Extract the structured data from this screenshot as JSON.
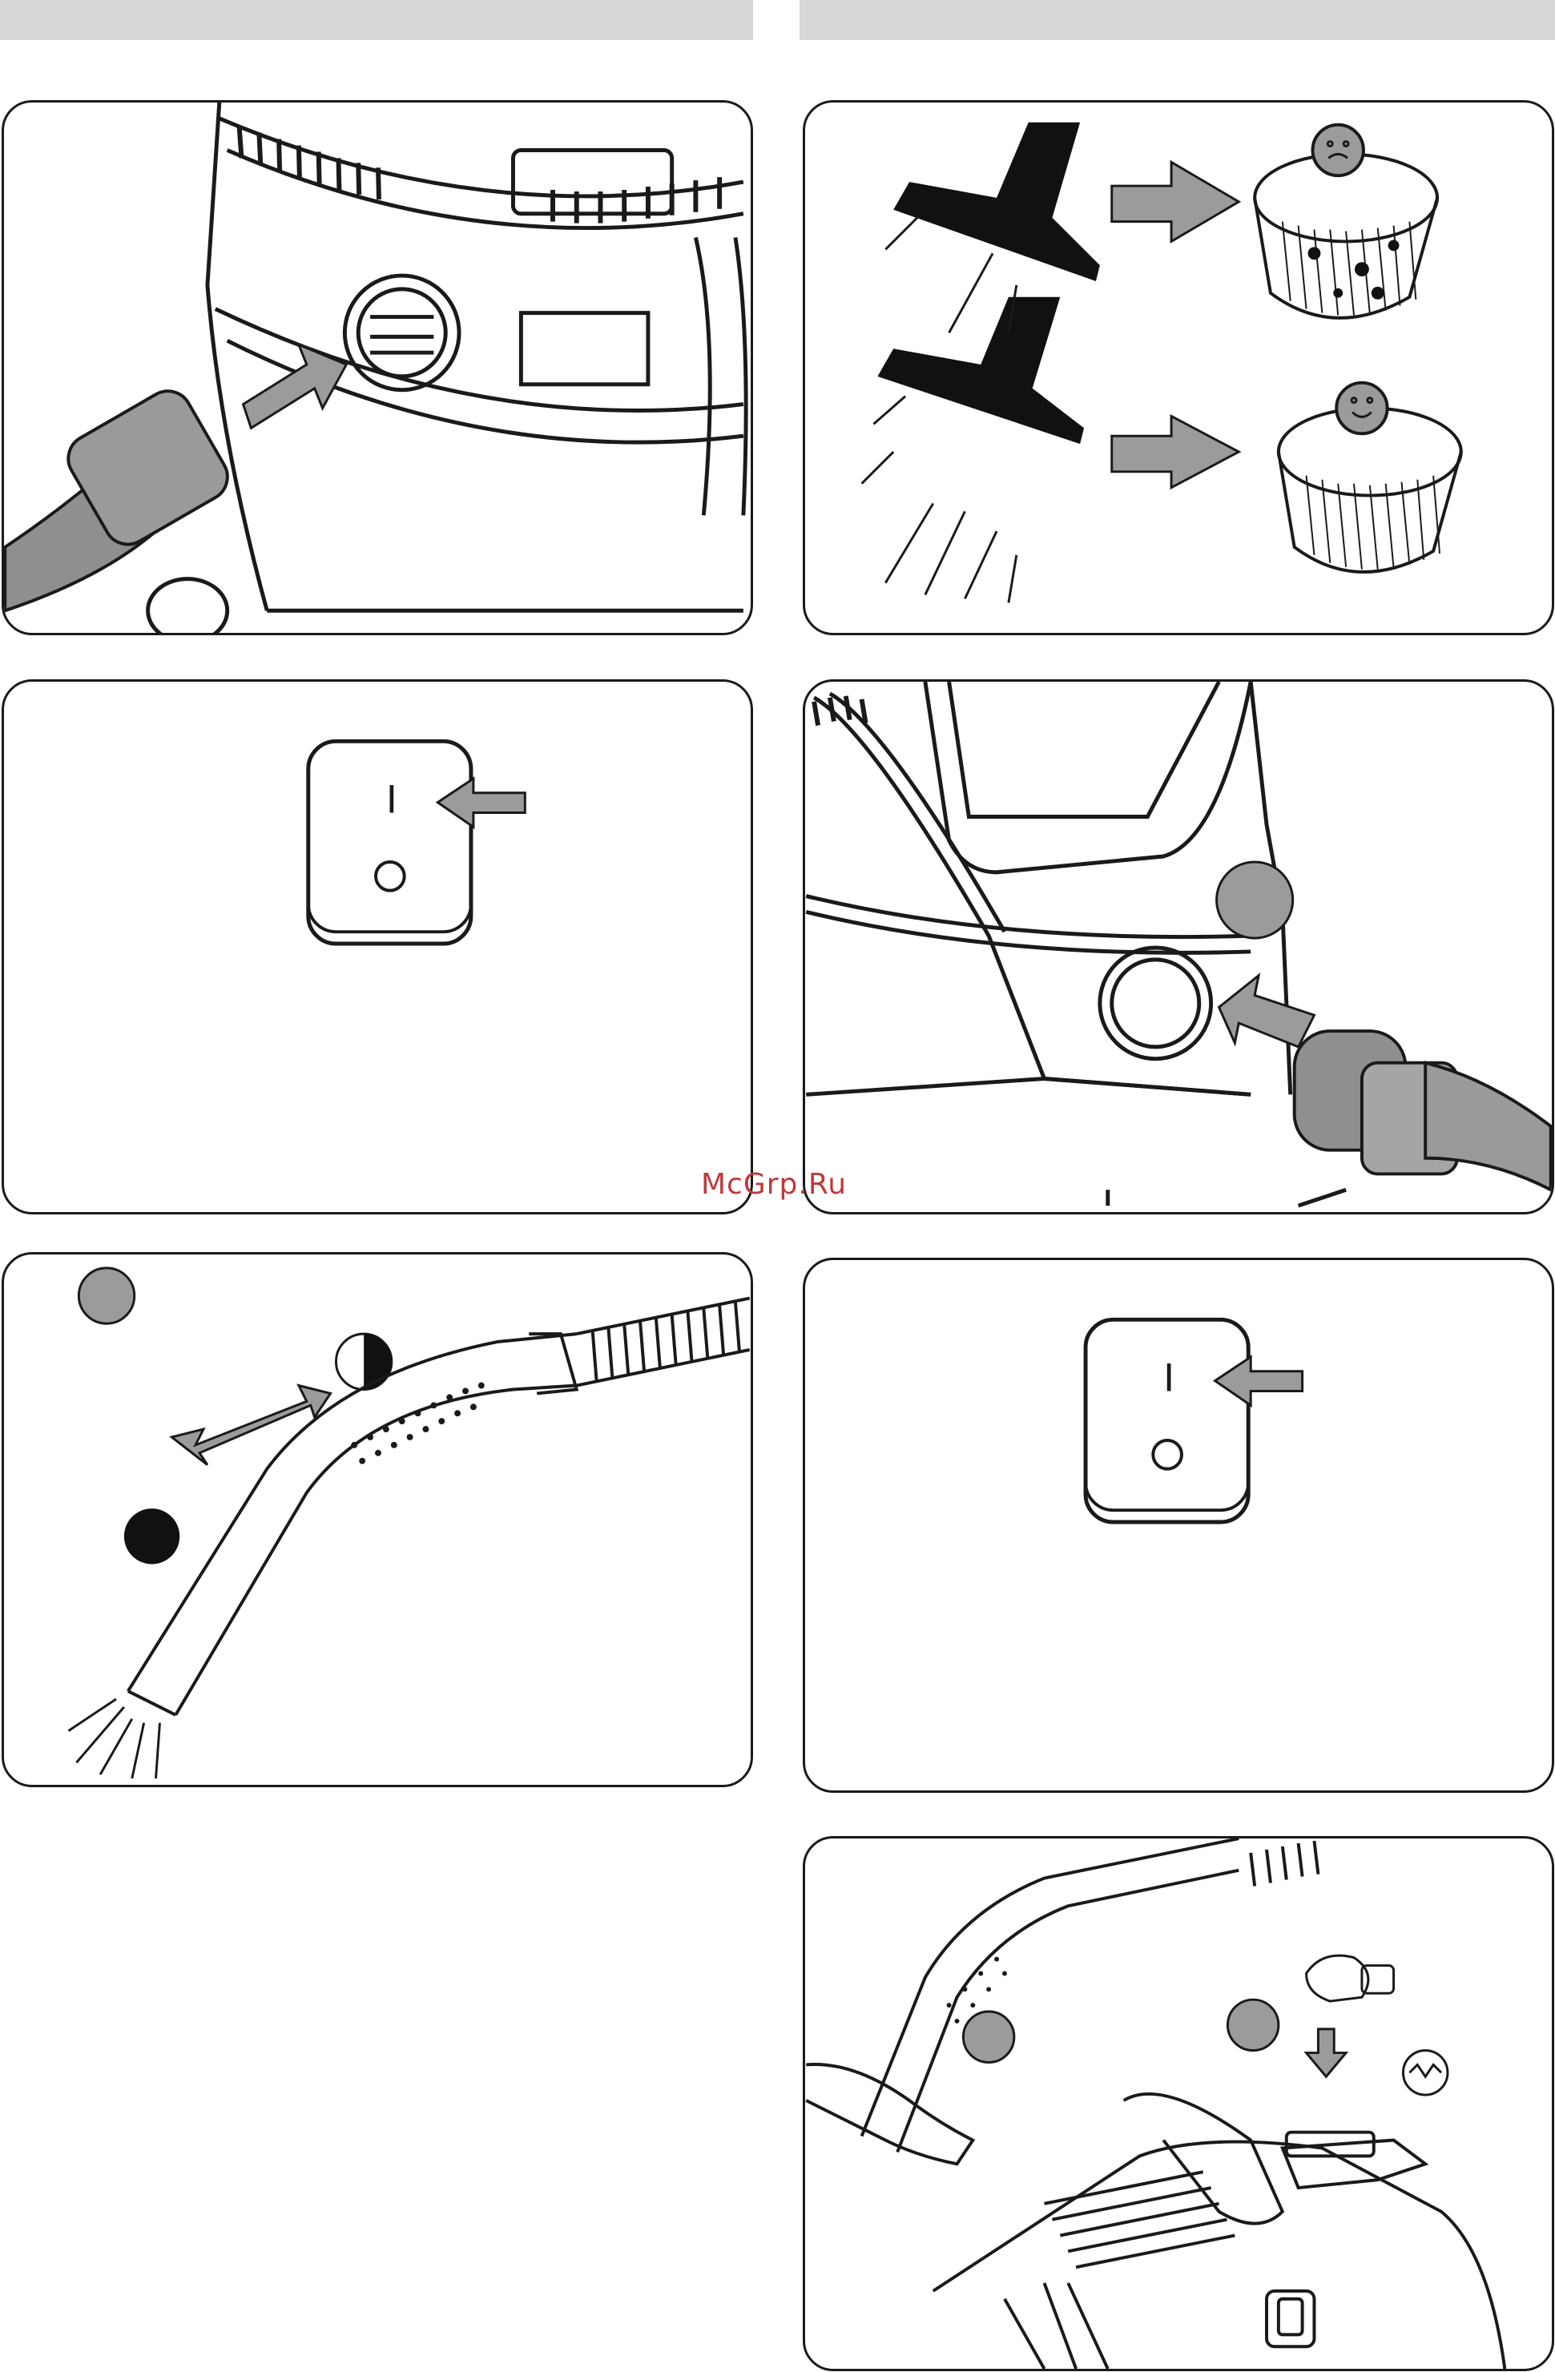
{
  "watermark": "McGrp.Ru",
  "colors": {
    "header_bar": "#d8d8da",
    "arrow": "#9b9b9b",
    "outline": "#1a1a1a",
    "indicator_gray": "#9b9b9b",
    "indicator_black": "#111111"
  },
  "panels": [
    {
      "id": "hose-connect-top",
      "icon": "vacuum-hose-insert-illustration"
    },
    {
      "id": "filter-comparison",
      "icon": "filter-clean-dirty-illustration",
      "faces": [
        "sad-face-icon",
        "smiley-face-icon"
      ]
    },
    {
      "id": "power-switch-on",
      "icon": "power-switch-icon",
      "switch_marks": [
        "I",
        "O"
      ]
    },
    {
      "id": "hose-connect-side",
      "icon": "vacuum-side-inlet-illustration"
    },
    {
      "id": "hose-airflow-adjust",
      "icon": "hose-handle-airflow-illustration"
    },
    {
      "id": "power-switch-on-2",
      "icon": "power-switch-icon",
      "switch_marks": [
        "I",
        "O"
      ]
    },
    {
      "id": "blower-use",
      "icon": "vacuum-blower-hand-illustration"
    }
  ]
}
